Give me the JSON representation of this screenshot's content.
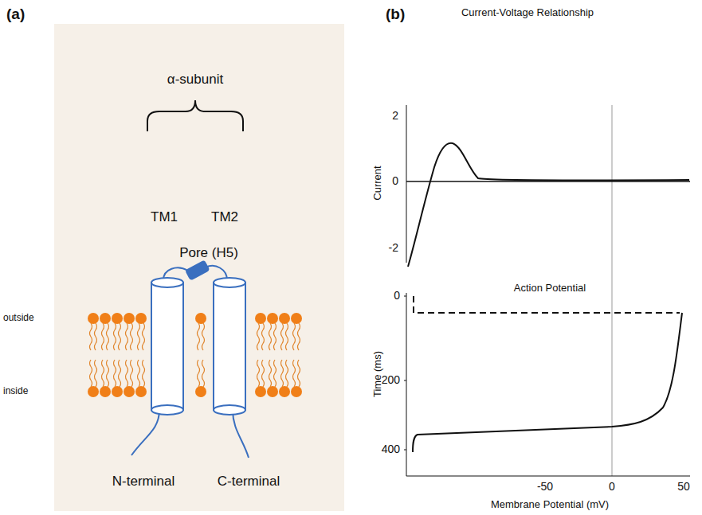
{
  "diagram": {
    "labels": [
      "(a)",
      "α-subunit",
      "TM1",
      "TM2",
      "Pore (H5)",
      "outside",
      "inside",
      "N-terminal",
      "C-terminal",
      "(b)",
      "Current-Voltage Relationship",
      "2",
      "0",
      "-2",
      "Current",
      "Action Potential",
      "0",
      "200",
      "400",
      "Time (ms)",
      "-50",
      "0",
      "50",
      "Membrane Potential (mV)"
    ]
  }
}
